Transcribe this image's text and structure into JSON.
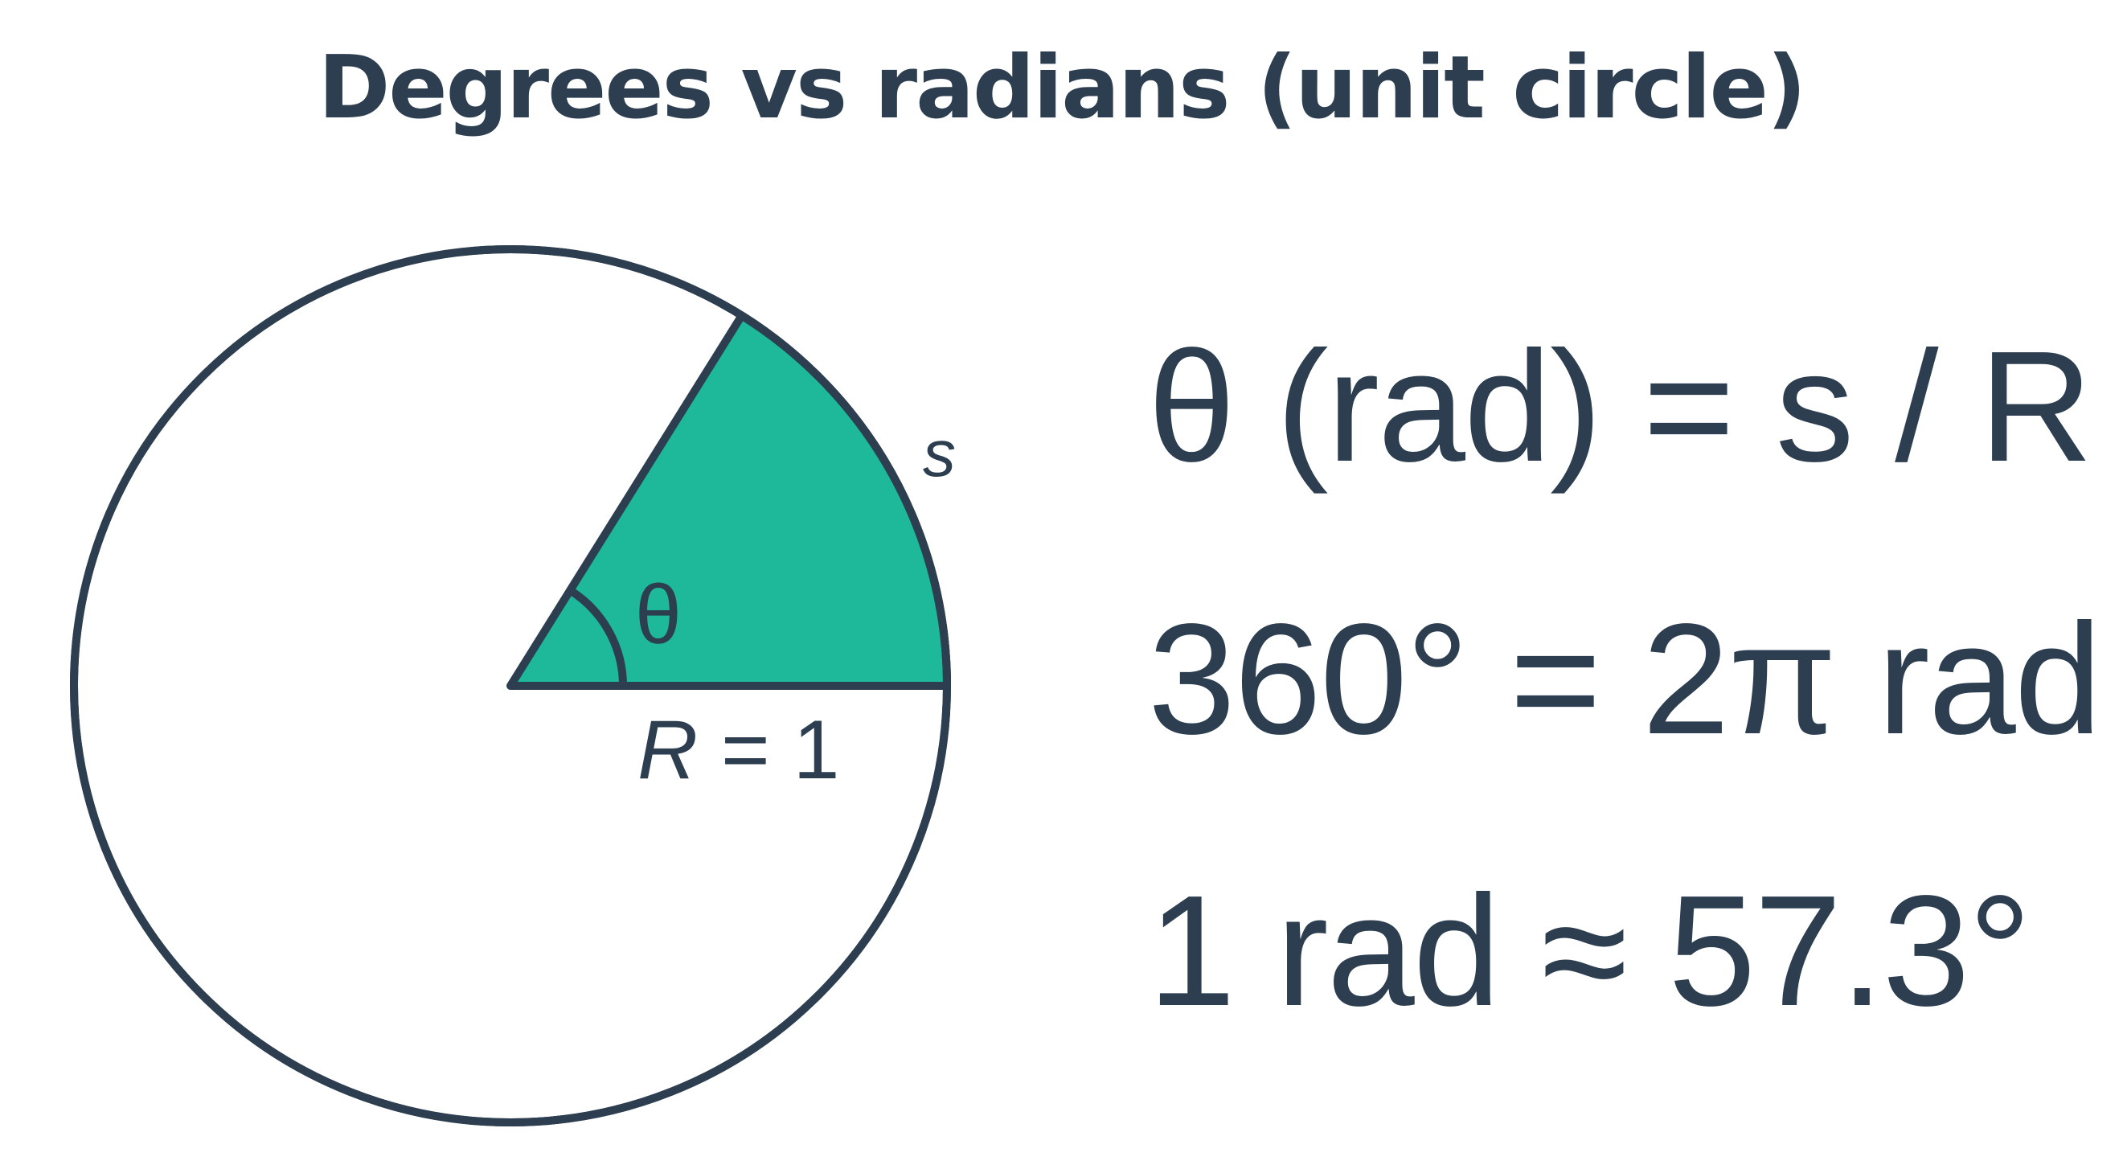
{
  "title": "Degrees vs radians (unit circle)",
  "diagram": {
    "arc_label": "s",
    "angle_label": "θ",
    "radius_label": "R = 1",
    "colors": {
      "stroke": "#2c3e50",
      "sector_fill": "#1db99a",
      "background": "#ffffff"
    },
    "sector_angle_deg": 58
  },
  "formulas": [
    "θ (rad) = s / R",
    "360° = 2π rad",
    "1 rad ≈ 57.3°"
  ]
}
